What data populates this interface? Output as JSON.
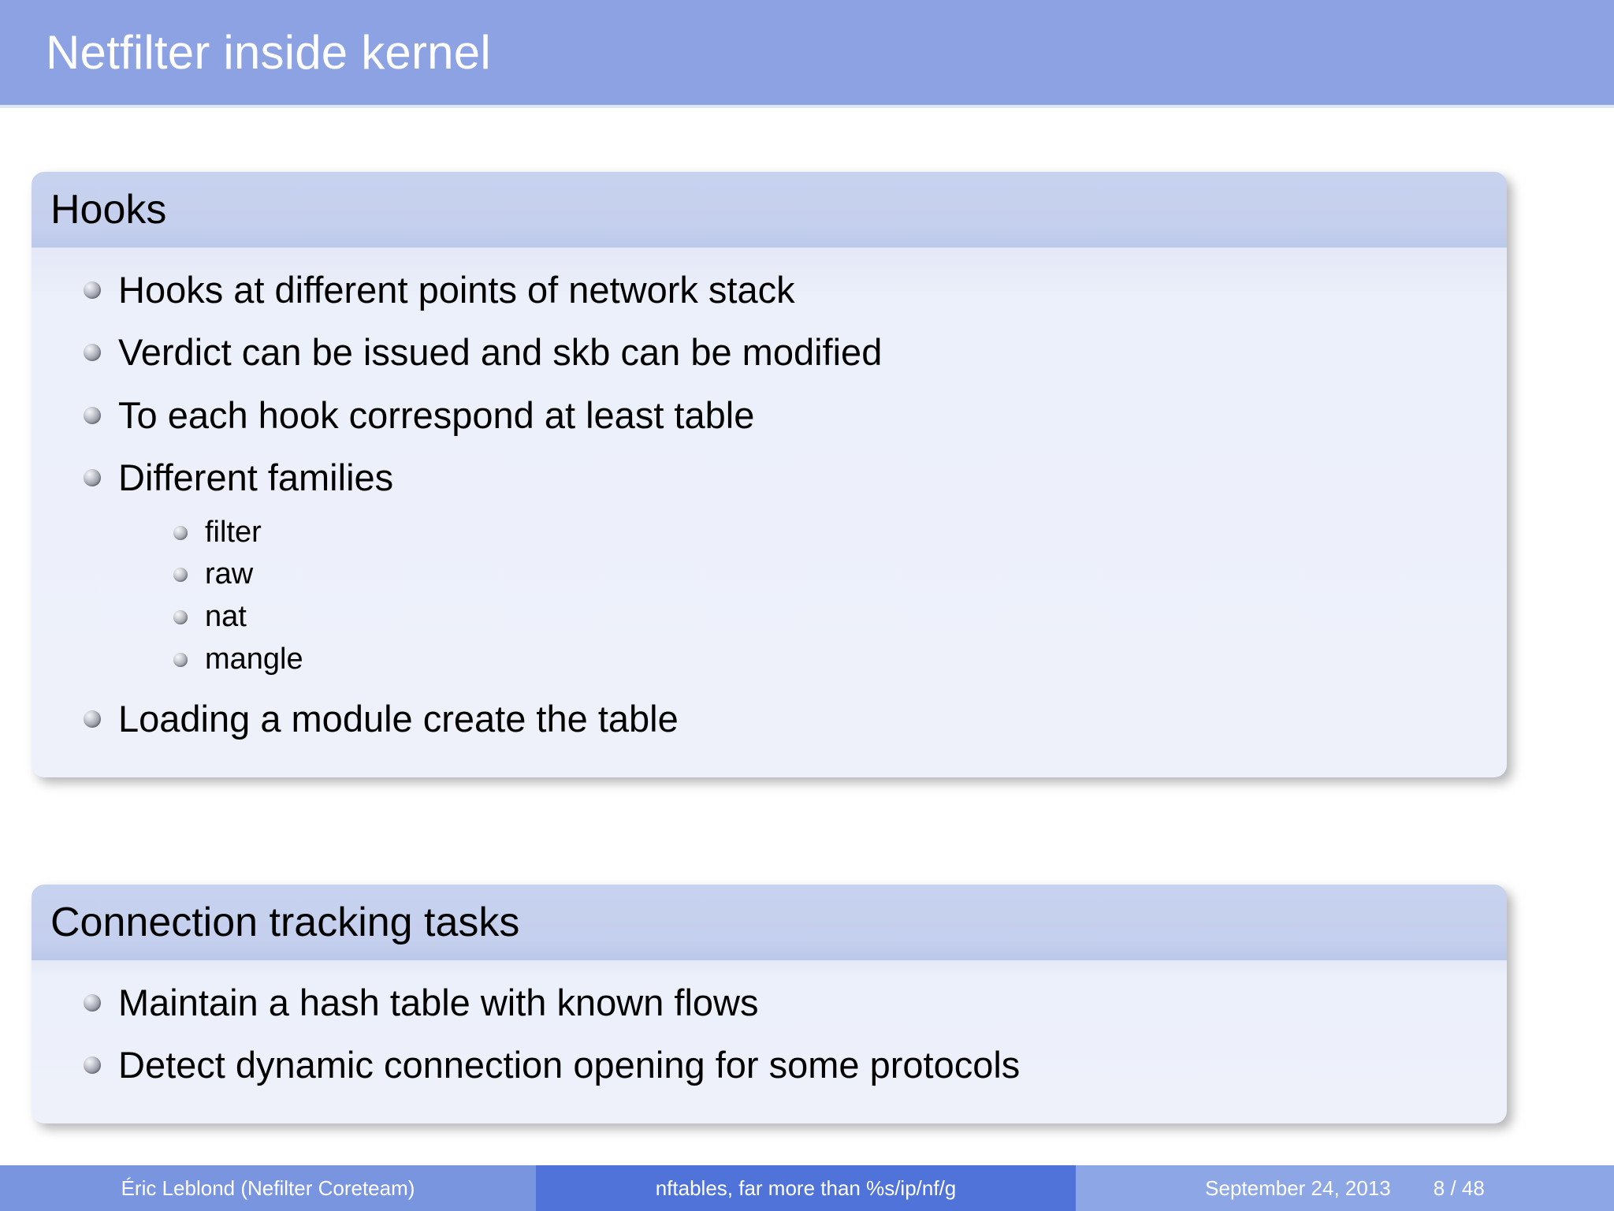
{
  "slide": {
    "title": "Netfilter inside kernel",
    "blocks": [
      {
        "id": "hooks",
        "title": "Hooks",
        "items": [
          {
            "text": "Hooks at different points of network stack"
          },
          {
            "text": "Verdict can be issued and skb can be modified"
          },
          {
            "text": "To each hook correspond at least table"
          },
          {
            "text": "Different families",
            "subitems": [
              "filter",
              "raw",
              "nat",
              "mangle"
            ]
          },
          {
            "text": "Loading a module create the table"
          }
        ]
      },
      {
        "id": "conntrack",
        "title": "Connection tracking tasks",
        "items": [
          {
            "text": "Maintain a hash table with known flows"
          },
          {
            "text": "Detect dynamic connection opening for some protocols"
          }
        ]
      }
    ]
  },
  "footer": {
    "author": "Éric Leblond  (Nefilter Coreteam)",
    "talk": "nftables, far more than %s/ip/nf/g",
    "date": "September 24, 2013",
    "pages": "8 / 48"
  },
  "colors": {
    "title_bar": "#8da2e2",
    "title_text": "#ffffff",
    "block_header": "#c5d0ee",
    "block_body": "#eef1fa",
    "footer_author_bg": "#7a95e0",
    "footer_talk_bg": "#4f73d9",
    "footer_meta_bg": "#8da6e6",
    "body_text": "#000000"
  }
}
